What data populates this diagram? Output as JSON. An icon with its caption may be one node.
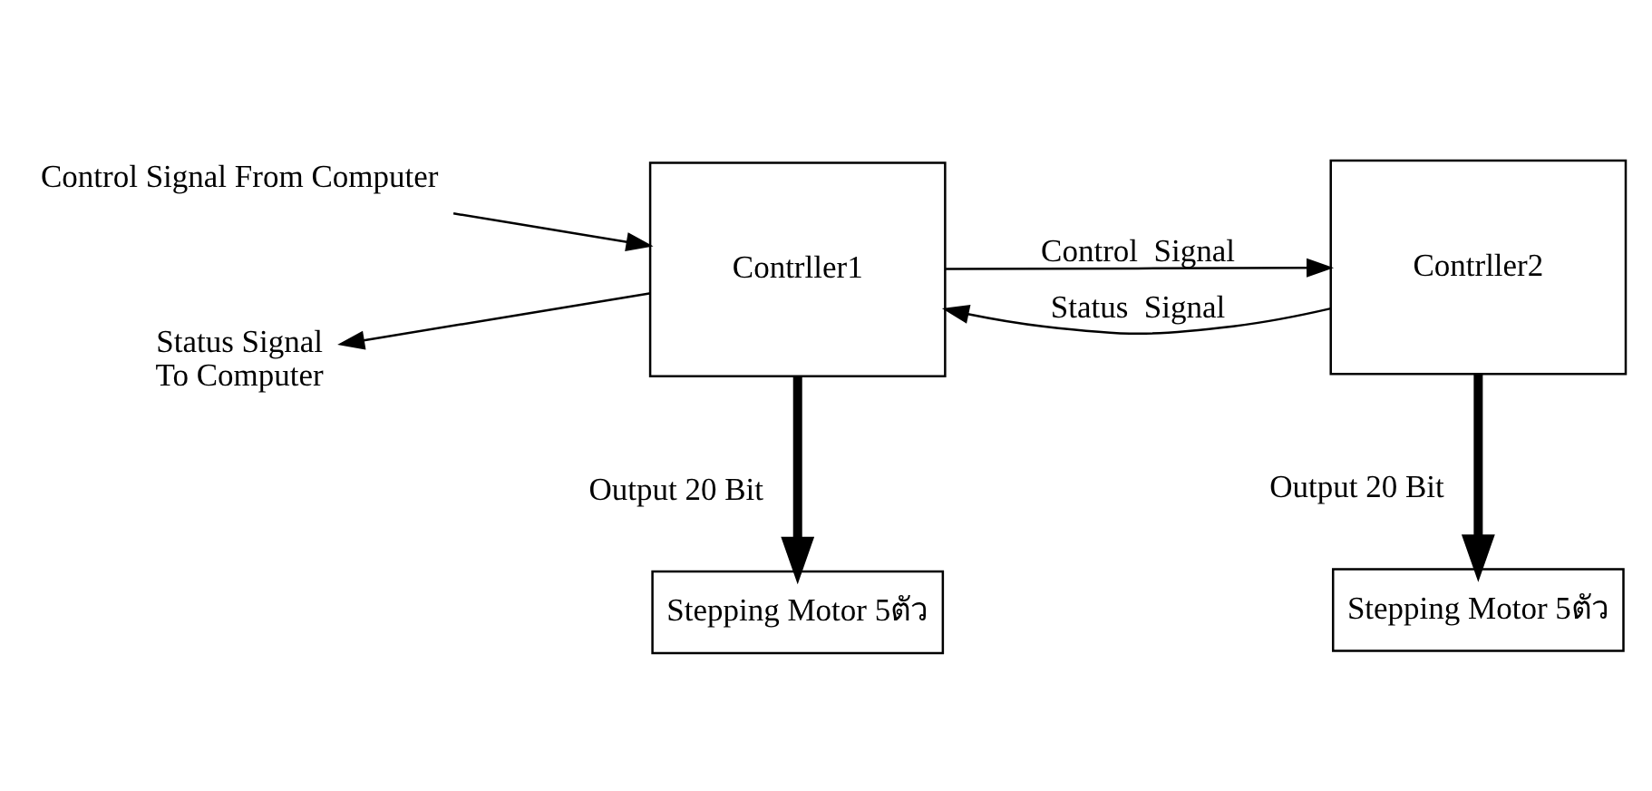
{
  "diagram": {
    "nodes": [
      {
        "text": [
          "Control Signal From Computer"
        ]
      },
      {
        "text": [
          "Contrller1"
        ]
      },
      {
        "text": [
          "Contrller2"
        ]
      },
      {
        "text": [
          "Status Signal",
          "To Computer"
        ]
      },
      {
        "text": [
          "Stepping Motor 5ตัว"
        ]
      },
      {
        "text": [
          "Stepping Motor 5ตัว"
        ]
      }
    ],
    "edges": [
      {
        "from": 0,
        "to": 1,
        "arrow": "to"
      },
      {
        "from": 1,
        "to": 2,
        "arrow": "to",
        "label": "Control  Signal"
      },
      {
        "from": 2,
        "to": 1,
        "arrow": "to",
        "label": "Status  Signal"
      },
      {
        "from": 1,
        "to": 3,
        "arrow": "to"
      },
      {
        "from": 1,
        "to": 4,
        "arrow": "to",
        "label": "Output 20 Bit",
        "style": "thick"
      },
      {
        "from": 2,
        "to": 5,
        "arrow": "to",
        "label": "Output 20 Bit",
        "style": "thick"
      }
    ]
  }
}
